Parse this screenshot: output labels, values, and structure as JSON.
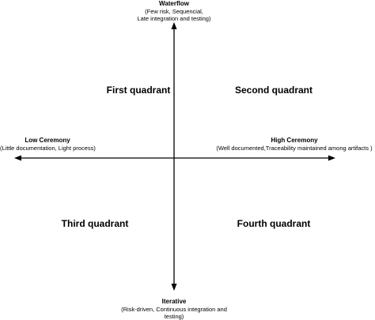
{
  "top": {
    "title": "Waterflow",
    "line1": "(Few risk, Sequencial,",
    "line2": "Late integration and testing)"
  },
  "bottom": {
    "title": "Iterative",
    "line1": "(Risk-driven, Continuous integration and",
    "line2": "testing)"
  },
  "left": {
    "title": "Low Ceremony",
    "line1": "(Little documentation, Light process)"
  },
  "right": {
    "title": "High Ceremony",
    "line1": "(Well documented,Traceability maintained among artifacts )"
  },
  "quadrants": {
    "first": "First quadrant",
    "second": "Second quadrant",
    "third": "Third quadrant",
    "fourth": "Fourth quadrant"
  },
  "colors": {
    "line": "#000000",
    "background": "#ffffff"
  }
}
